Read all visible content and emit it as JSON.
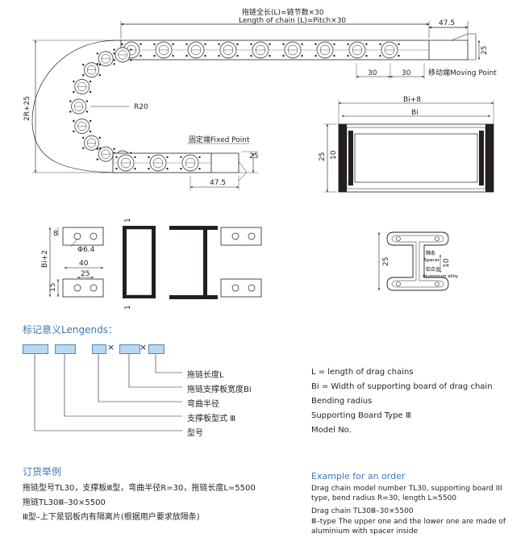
{
  "colors": {
    "accent": "#3b79b8",
    "box_fill": "#b9d8ef",
    "box_border": "#4d8ac4",
    "line": "#231f20"
  },
  "top_diagram": {
    "total_length_cn": "拖链全长(L)=链节数×30",
    "total_length_en": "Length of chain (L)=Pitch×30",
    "dim_47_5_top": "47.5",
    "dim_25_right": "25",
    "dim_30_a": "30",
    "dim_30_b": "30",
    "moving_point": "移动端Moving Point",
    "dim_2r_25": "2R+25",
    "radius": "R20",
    "fixed_point": "固定端Fixed Point",
    "dim_25_fixed": "25",
    "dim_47_5_bottom": "47.5"
  },
  "section_view": {
    "bi_plus_8": "Bi+8",
    "bi": "Bi",
    "dim_25_outer": "25",
    "dim_10_inner": "10"
  },
  "side_view": {
    "dim_8": "8",
    "hole_dia": "Φ6.4",
    "bi_plus_2": "Bi+2",
    "dim_40": "40",
    "dim_25": "25",
    "dim_15": "15",
    "dim_1_top": "1",
    "dim_1_bottom": "1"
  },
  "spacer_view": {
    "dim_25": "25",
    "dim_10": "10",
    "spacer_cn": "隔条",
    "spacer_en": "Spacer",
    "alloy_cn": "铝合金",
    "alloy_en": "Aluminium alloy"
  },
  "legend": {
    "title": "标记意义Lengends：",
    "times_1": "×",
    "times_2": "×",
    "cn_items": [
      "拖链长度L",
      "拖链支撑板宽度Bi",
      "弯曲半径",
      "支撑板型式 Ⅲ",
      "型号"
    ],
    "en_items": [
      "L = length of drag chains",
      "Bi = Width of supporting board of drag chain",
      "Bending radius",
      "Supporting Board Type  Ⅲ",
      "Model No."
    ]
  },
  "order_cn": {
    "title": "订货举例",
    "lines": [
      "拖链型号TL30，支撑板Ⅲ型，弯曲半径R=30，拖链长度L=5500",
      "拖链TL30Ⅲ–30×5500",
      "Ⅲ型–上下是铝板内有隔离片(根据用户要求放隔条)"
    ]
  },
  "order_en": {
    "title": "Example for an order",
    "lines": [
      "Drag chain model number TL30, supporting board III type, bend radius R=30, length L=5500",
      "Drag chain TL30Ⅲ–30×5500",
      "Ⅲ–type The upper one and the lower one are made of aluminium with spacer inside"
    ]
  }
}
